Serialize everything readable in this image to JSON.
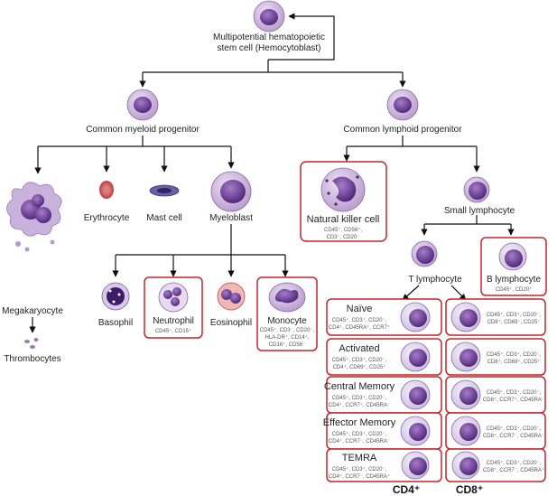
{
  "hsc": {
    "line1": "Multipotential hematopoietic",
    "line2": "stem cell (Hemocytoblast)"
  },
  "myeloid": {
    "label": "Common myeloid progenitor"
  },
  "lymphoid": {
    "label": "Common lymphoid progenitor"
  },
  "erythrocyte": {
    "label": "Erythrocyte"
  },
  "mast_cell": {
    "label": "Mast cell"
  },
  "myeloblast": {
    "label": "Myeloblast"
  },
  "megakaryocyte": {
    "label": "Megakaryocyte"
  },
  "thrombocytes": {
    "label": "Thrombocytes"
  },
  "basophil": {
    "label": "Basophil"
  },
  "neutrophil": {
    "label": "Neutrophil",
    "markers": "CD45⁺, CD15⁺"
  },
  "eosinophil": {
    "label": "Eosinophil"
  },
  "monocyte": {
    "label": "Monocyte",
    "markers1": "CD45⁺, CD3⁻, CD20⁻,",
    "markers2": "HLA-DR⁺, CD14⁺,",
    "markers3": "CD16⁺, CD56⁻"
  },
  "nk": {
    "label": "Natural killer cell",
    "markers1": "CD45⁺, CD56⁺,",
    "markers2": "CD3⁻, CD20⁻"
  },
  "small_lymphocyte": {
    "label": "Small lymphocyte"
  },
  "t_lymphocyte": {
    "label": "T lymphocyte"
  },
  "b_lymphocyte": {
    "label": "B lymphocyte",
    "markers": "CD45⁺, CD20⁺"
  },
  "cd4": {
    "heading": "CD4⁺",
    "rows": [
      {
        "title": "Naïve",
        "m1": "CD45⁺, CD3⁺, CD20⁻,",
        "m2": "CD4⁺, CD45RA⁺, CCR7⁺"
      },
      {
        "title": "Activated",
        "m1": "CD45⁺, CD3⁺, CD20⁻,",
        "m2": "CD4⁺, CD69⁺, CD25⁺"
      },
      {
        "title": "Central Memory",
        "m1": "CD45⁺, CD3⁺, CD20⁻,",
        "m2": "CD4⁺, CCR7⁺, CD45RA⁻"
      },
      {
        "title": "Effector Memory",
        "m1": "CD45⁺, CD3⁺, CD20⁻,",
        "m2": "CD4⁺, CCR7⁻, CD45RA⁻"
      },
      {
        "title": "TEMRA",
        "m1": "CD45⁺, CD3⁺, CD20⁻,",
        "m2": "CD4⁺, CCR7⁻, CD45RA⁺"
      }
    ]
  },
  "cd8": {
    "heading": "CD8⁺",
    "rows": [
      {
        "m1": "CD45⁺, CD3⁺, CD20⁻,",
        "m2": "CD8⁺, CD69⁻, CD25⁻"
      },
      {
        "m1": "CD45⁺, CD3⁺, CD20⁻,",
        "m2": "CD8⁺, CD69⁺, CD25⁺"
      },
      {
        "m1": "CD45⁺, CD3⁺, CD20⁻,",
        "m2": "CD8⁺, CCR7⁺, CD45RA⁻"
      },
      {
        "m1": "CD45⁺, CD3⁺, CD20⁻,",
        "m2": "CD8⁺, CCR7⁻, CD45RA⁻"
      },
      {
        "m1": "CD45⁺, CD3⁺, CD20⁻,",
        "m2": "CD8⁺, CCR7⁻, CD45RA⁺"
      }
    ]
  },
  "colors": {
    "box_border": "#c0262c",
    "cell_purple": "#8a5fb0",
    "nucleus": "#5a2f86",
    "erythrocyte": "#c23a3a"
  }
}
